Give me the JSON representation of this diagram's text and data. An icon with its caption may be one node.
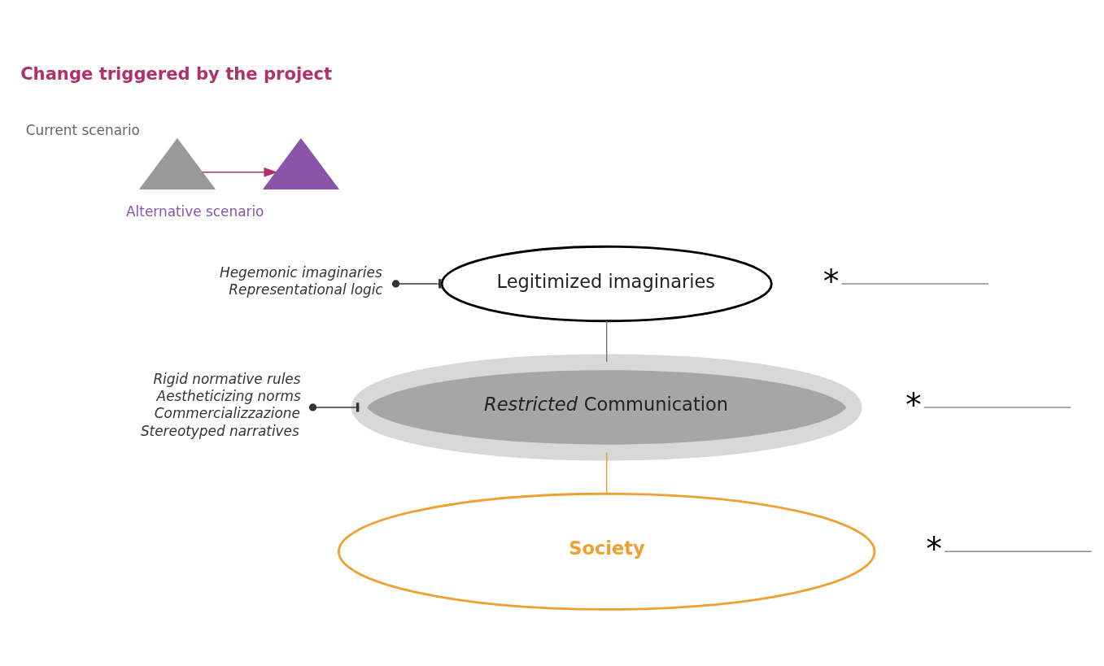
{
  "diagram": {
    "nodes": [
      {
        "text": [
          "Current scenario"
        ]
      },
      {
        "text": [
          "Alternative scenario"
        ]
      },
      {
        "text": [
          "Hegemonic imaginaries",
          "Representational logic"
        ]
      },
      {
        "text": [
          "Legitimized imaginaries"
        ]
      },
      {
        "text": [
          "Rigid normative rules",
          "Aestheticizing norms",
          "Commercializzazione",
          "Stereotyped narratives"
        ]
      },
      {
        "text": [
          "*Restricted* Communication"
        ]
      },
      {
        "text": [
          "Society"
        ]
      },
      {
        "text": [
          "*"
        ]
      },
      {
        "text": [
          "*"
        ]
      },
      {
        "text": [
          "*"
        ]
      }
    ],
    "edges": [
      {
        "from": 0,
        "to": 1,
        "arrow": "to",
        "color": "#b0306a"
      },
      {
        "from": 2,
        "to": 3,
        "arrow": "other"
      },
      {
        "from": 4,
        "to": 5,
        "arrow": "other"
      },
      {
        "from": 3,
        "to": 5,
        "arrow": "none",
        "color": "#777777"
      },
      {
        "from": 5,
        "to": 6,
        "arrow": "none",
        "color": "#f0a030"
      },
      {
        "from": 7,
        "to": null,
        "arrow": "none",
        "color": "#888888"
      },
      {
        "from": 8,
        "to": null,
        "arrow": "none",
        "color": "#888888"
      },
      {
        "from": 9,
        "to": null,
        "arrow": "none",
        "color": "#888888"
      }
    ],
    "labels": [
      "Change triggered by the project"
    ]
  }
}
